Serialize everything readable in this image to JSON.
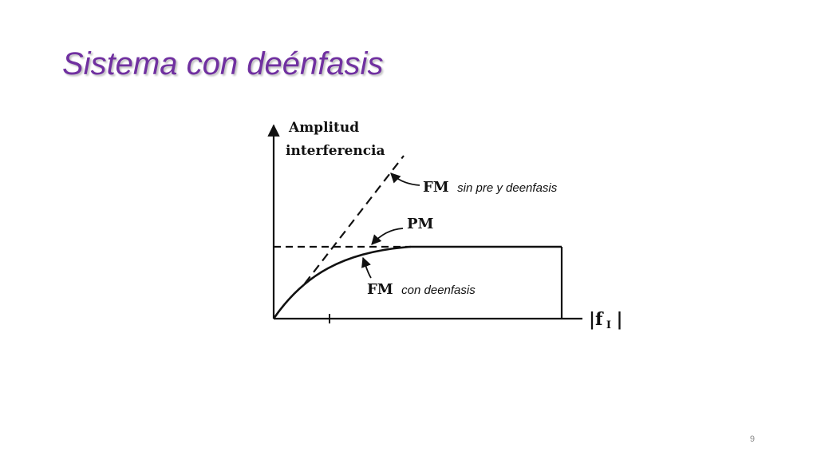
{
  "slide": {
    "title": "Sistema con deénfasis",
    "page_number": "9"
  },
  "diagram": {
    "y_axis_label_line1": "Amplitud",
    "y_axis_label_line2": "interferencia",
    "x_axis_label": "|f",
    "x_axis_label_subscript": "I",
    "x_axis_label_close": "|",
    "curves": [
      {
        "id": "fm-sin",
        "label_bold": "FM",
        "label_text": "sin pre y deenfasis",
        "style": "dashed"
      },
      {
        "id": "pm",
        "label_bold": "PM",
        "label_text": "",
        "style": "dashed"
      },
      {
        "id": "fm-con",
        "label_bold": "FM",
        "label_text": "con deenfasis",
        "style": "solid"
      }
    ],
    "colors": {
      "title": "#7030a0",
      "lines": "#111111"
    }
  }
}
